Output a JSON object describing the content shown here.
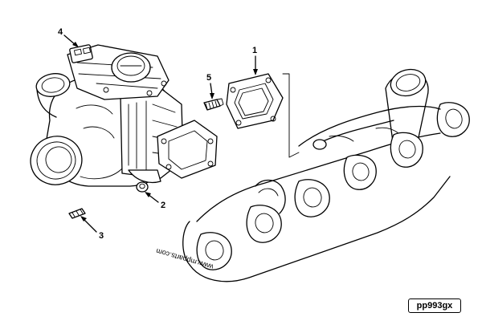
{
  "diagram": {
    "reference_code": "pp993gx",
    "watermark": "www.mpparts.com",
    "callouts": [
      {
        "id": "callout-1",
        "label": "1",
        "part": "exhaust-gasket"
      },
      {
        "id": "callout-2",
        "label": "2",
        "part": "nut"
      },
      {
        "id": "callout-3",
        "label": "3",
        "part": "mounting-stud"
      },
      {
        "id": "callout-4",
        "label": "4",
        "part": "turbocharger"
      },
      {
        "id": "callout-5",
        "label": "5",
        "part": "stud"
      }
    ],
    "colors": {
      "line": "#000000",
      "background": "#ffffff"
    }
  }
}
